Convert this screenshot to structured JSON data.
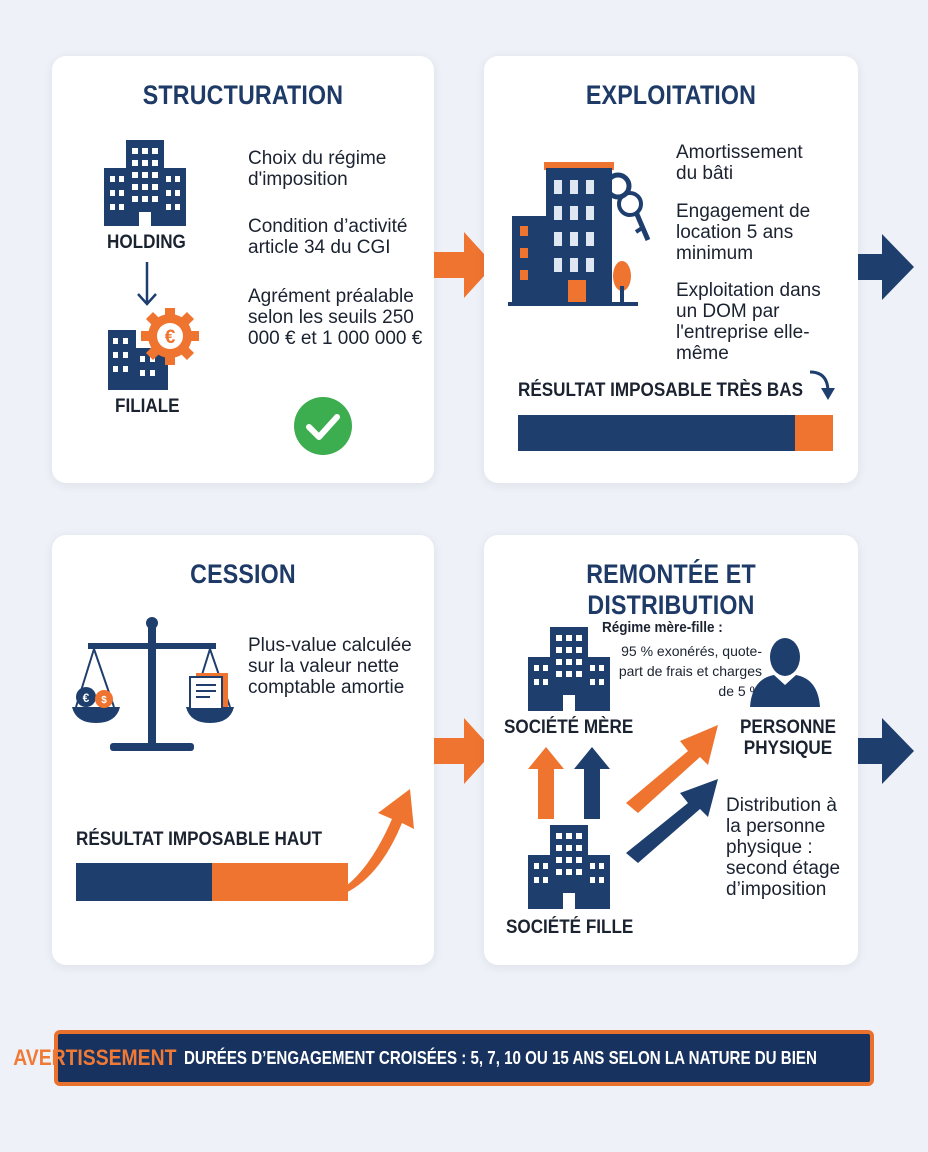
{
  "structuration": {
    "title": "STRUCTURATION",
    "holding_label": "HOLDING",
    "filiale_label": "FILIALE",
    "item1": "Choix du régime d'imposition",
    "item2": "Condition d’activité article 34 du CGI",
    "item3": "Agrément préalable selon les seuils 250 000 € et 1 000 000 €"
  },
  "exploitation": {
    "title": "EXPLOITATION",
    "item1": "Amortissement du bâti",
    "item2": "Engagement de location 5 ans minimum",
    "item3": "Exploitation dans un DOM par l'entreprise elle-même",
    "result_label": "RÉSULTAT IMPOSABLE TRÈS BAS",
    "result_bar_fraction": 0.88
  },
  "cession": {
    "title": "CESSION",
    "item1": "Plus-value calculée sur la valeur nette comptable amortie",
    "result_label": "RÉSULTAT IMPOSABLE HAUT",
    "result_bar_fraction": 0.5
  },
  "remontee": {
    "title": "REMONTÉE ET DISTRIBUTION",
    "regime_title": "Régime mère-fille :",
    "regime_text": "95 % exonérés, quote-part de frais et charges de 5 %",
    "mere_label": "SOCIÉTÉ MÈRE",
    "fille_label": "SOCIÉTÉ FILLE",
    "personne_label": "PERSONNE PHYSIQUE",
    "distribution_text": "Distribution à la personne physique : second étage d’imposition"
  },
  "banner": {
    "warning": "AVERTISSEMENT",
    "message": "DURÉES D’ENGAGEMENT CROISÉES : 5, 7, 10 OU 15 ANS SELON LA NATURE DU BIEN"
  },
  "colors": {
    "navy": "#1e3f6e",
    "orange": "#ef7430",
    "green": "#3dae4f",
    "background": "#eef1f7"
  }
}
